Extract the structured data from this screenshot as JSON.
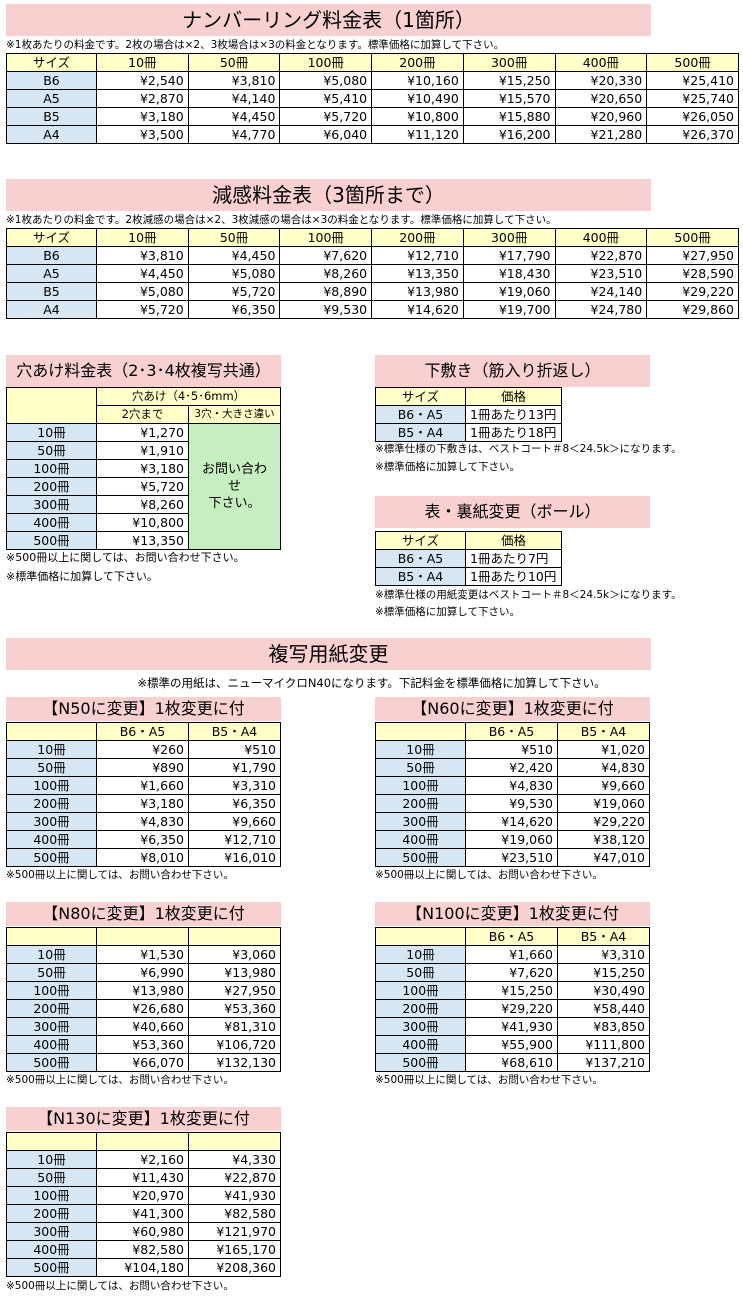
{
  "numbering": {
    "title": "ナンバーリング料金表（1箇所）",
    "note": "※1枚あたりの料金です。2枚の場合は×2、3枚場合は×3の料金となります。標準価格に加算して下さい。",
    "headers": [
      "サイズ",
      "10冊",
      "50冊",
      "100冊",
      "200冊",
      "300冊",
      "400冊",
      "500冊"
    ],
    "rows": [
      {
        "label": "B6",
        "vals": [
          "¥2,540",
          "¥3,810",
          "¥5,080",
          "¥10,160",
          "¥15,250",
          "¥20,330",
          "¥25,410"
        ]
      },
      {
        "label": "A5",
        "vals": [
          "¥2,870",
          "¥4,140",
          "¥5,410",
          "¥10,490",
          "¥15,570",
          "¥20,650",
          "¥25,740"
        ]
      },
      {
        "label": "B5",
        "vals": [
          "¥3,180",
          "¥4,450",
          "¥5,720",
          "¥10,800",
          "¥15,880",
          "¥20,960",
          "¥26,050"
        ]
      },
      {
        "label": "A4",
        "vals": [
          "¥3,500",
          "¥4,770",
          "¥6,040",
          "¥11,120",
          "¥16,200",
          "¥21,280",
          "¥26,370"
        ]
      }
    ]
  },
  "reduction": {
    "title": "減感料金表（3箇所まで）",
    "note": "※1枚あたりの料金です。2枚減感の場合は×2、3枚減感の場合は×3の料金となります。標準価格に加算して下さい。",
    "headers": [
      "サイズ",
      "10冊",
      "50冊",
      "100冊",
      "200冊",
      "300冊",
      "400冊",
      "500冊"
    ],
    "rows": [
      {
        "label": "B6",
        "vals": [
          "¥3,810",
          "¥4,450",
          "¥7,620",
          "¥12,710",
          "¥17,790",
          "¥22,870",
          "¥27,950"
        ]
      },
      {
        "label": "A5",
        "vals": [
          "¥4,450",
          "¥5,080",
          "¥8,260",
          "¥13,350",
          "¥18,430",
          "¥23,510",
          "¥28,590"
        ]
      },
      {
        "label": "B5",
        "vals": [
          "¥5,080",
          "¥5,720",
          "¥8,890",
          "¥13,980",
          "¥19,060",
          "¥24,140",
          "¥29,220"
        ]
      },
      {
        "label": "A4",
        "vals": [
          "¥5,720",
          "¥6,350",
          "¥9,530",
          "¥14,620",
          "¥19,700",
          "¥24,780",
          "¥29,860"
        ]
      }
    ]
  },
  "punch": {
    "title": "穴あけ料金表（2･3･4枚複写共通）",
    "group_header": "穴あけ（4･5･6mm）",
    "col_a": "2穴まで",
    "col_b": "3穴・大きさ違い",
    "contact_line1": "お問い合わ",
    "contact_line2": "せ",
    "contact_line3": "下さい。",
    "rows": [
      {
        "label": "10冊",
        "val": "¥1,270"
      },
      {
        "label": "50冊",
        "val": "¥1,910"
      },
      {
        "label": "100冊",
        "val": "¥3,180"
      },
      {
        "label": "200冊",
        "val": "¥5,720"
      },
      {
        "label": "300冊",
        "val": "¥8,260"
      },
      {
        "label": "400冊",
        "val": "¥10,800"
      },
      {
        "label": "500冊",
        "val": "¥13,350"
      }
    ],
    "note1": "※500冊以上に関しては、お問い合わせ下さい。",
    "note2": "※標準価格に加算して下さい。"
  },
  "underlay": {
    "title": "下敷き（筋入り折返し）",
    "headers": [
      "サイズ",
      "価格"
    ],
    "rows": [
      {
        "label": "B6・A5",
        "val": "1冊あたり13円"
      },
      {
        "label": "B5・A4",
        "val": "1冊あたり18円"
      }
    ],
    "note1": "※標準仕様の下敷きは、ベストコート＃8＜24.5k＞になります。",
    "note2": "※標準価格に加算して下さい。"
  },
  "cover": {
    "title": "表・裏紙変更（ボール）",
    "headers": [
      "サイズ",
      "価格"
    ],
    "rows": [
      {
        "label": "B6・A5",
        "val": "1冊あたり7円"
      },
      {
        "label": "B5・A4",
        "val": "1冊あたり10円"
      }
    ],
    "note1": "※標準仕様の用紙変更はベストコート＃8＜24.5k＞になります。",
    "note2": "※標準価格に加算して下さい。"
  },
  "paper_change": {
    "title": "複写用紙変更",
    "note": "※標準の用紙は、ニューマイクロN40になります。下記料金を標準価格に加算して下さい。"
  },
  "n50": {
    "title": "【N50に変更】1枚変更に付",
    "headers": [
      "",
      "B6・A5",
      "B5・A4"
    ],
    "rows": [
      {
        "label": "10冊",
        "a": "¥260",
        "b": "¥510"
      },
      {
        "label": "50冊",
        "a": "¥890",
        "b": "¥1,790"
      },
      {
        "label": "100冊",
        "a": "¥1,660",
        "b": "¥3,310"
      },
      {
        "label": "200冊",
        "a": "¥3,180",
        "b": "¥6,350"
      },
      {
        "label": "300冊",
        "a": "¥4,830",
        "b": "¥9,660"
      },
      {
        "label": "400冊",
        "a": "¥6,350",
        "b": "¥12,710"
      },
      {
        "label": "500冊",
        "a": "¥8,010",
        "b": "¥16,010"
      }
    ],
    "note": "※500冊以上に関しては、お問い合わせ下さい。"
  },
  "n60": {
    "title": "【N60に変更】1枚変更に付",
    "headers": [
      "",
      "B6・A5",
      "B5・A4"
    ],
    "rows": [
      {
        "label": "10冊",
        "a": "¥510",
        "b": "¥1,020"
      },
      {
        "label": "50冊",
        "a": "¥2,420",
        "b": "¥4,830"
      },
      {
        "label": "100冊",
        "a": "¥4,830",
        "b": "¥9,660"
      },
      {
        "label": "200冊",
        "a": "¥9,530",
        "b": "¥19,060"
      },
      {
        "label": "300冊",
        "a": "¥14,620",
        "b": "¥29,220"
      },
      {
        "label": "400冊",
        "a": "¥19,060",
        "b": "¥38,120"
      },
      {
        "label": "500冊",
        "a": "¥23,510",
        "b": "¥47,010"
      }
    ],
    "note": "※500冊以上に関しては、お問い合わせ下さい。"
  },
  "n80": {
    "title": "【N80に変更】1枚変更に付",
    "headers": [
      "",
      "",
      ""
    ],
    "rows": [
      {
        "label": "10冊",
        "a": "¥1,530",
        "b": "¥3,060"
      },
      {
        "label": "50冊",
        "a": "¥6,990",
        "b": "¥13,980"
      },
      {
        "label": "100冊",
        "a": "¥13,980",
        "b": "¥27,950"
      },
      {
        "label": "200冊",
        "a": "¥26,680",
        "b": "¥53,360"
      },
      {
        "label": "300冊",
        "a": "¥40,660",
        "b": "¥81,310"
      },
      {
        "label": "400冊",
        "a": "¥53,360",
        "b": "¥106,720"
      },
      {
        "label": "500冊",
        "a": "¥66,070",
        "b": "¥132,130"
      }
    ],
    "note": "※500冊以上に関しては、お問い合わせ下さい。"
  },
  "n100": {
    "title": "【N100に変更】1枚変更に付",
    "headers": [
      "",
      "B6・A5",
      "B5・A4"
    ],
    "rows": [
      {
        "label": "10冊",
        "a": "¥1,660",
        "b": "¥3,310"
      },
      {
        "label": "50冊",
        "a": "¥7,620",
        "b": "¥15,250"
      },
      {
        "label": "100冊",
        "a": "¥15,250",
        "b": "¥30,490"
      },
      {
        "label": "200冊",
        "a": "¥29,220",
        "b": "¥58,440"
      },
      {
        "label": "300冊",
        "a": "¥41,930",
        "b": "¥83,850"
      },
      {
        "label": "400冊",
        "a": "¥55,900",
        "b": "¥111,800"
      },
      {
        "label": "500冊",
        "a": "¥68,610",
        "b": "¥137,210"
      }
    ],
    "note": "※500冊以上に関しては、お問い合わせ下さい。"
  },
  "n130": {
    "title": "【N130に変更】1枚変更に付",
    "headers": [
      "",
      "",
      ""
    ],
    "rows": [
      {
        "label": "10冊",
        "a": "¥2,160",
        "b": "¥4,330"
      },
      {
        "label": "50冊",
        "a": "¥11,430",
        "b": "¥22,870"
      },
      {
        "label": "100冊",
        "a": "¥20,970",
        "b": "¥41,930"
      },
      {
        "label": "200冊",
        "a": "¥41,300",
        "b": "¥82,580"
      },
      {
        "label": "300冊",
        "a": "¥60,980",
        "b": "¥121,970"
      },
      {
        "label": "400冊",
        "a": "¥82,580",
        "b": "¥165,170"
      },
      {
        "label": "500冊",
        "a": "¥104,180",
        "b": "¥208,360"
      }
    ],
    "note": "※500冊以上に関しては、お問い合わせ下さい。"
  }
}
